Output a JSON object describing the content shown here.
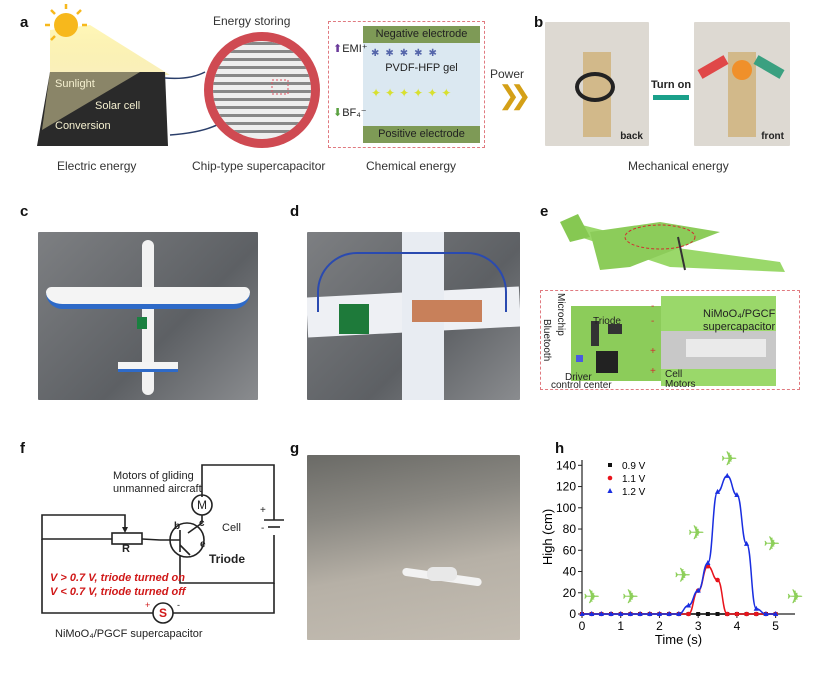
{
  "panels": {
    "a": {
      "label": "a",
      "sunlight": "Sunlight",
      "solar_cell": "Solar cell",
      "conversion": "Conversion",
      "energy_storing": "Energy storing",
      "negative_electrode": "Negative electrode",
      "positive_electrode": "Positive electrode",
      "gel": "PVDF-HFP gel",
      "cation": "EMI⁺",
      "anion": "BF₄⁻",
      "caption_left": "Electric energy",
      "caption_mid": "Chip-type supercapacitor",
      "caption_right": "Chemical energy",
      "power": "Power"
    },
    "b": {
      "label": "b",
      "turn_on": "Turn on",
      "back": "back",
      "front": "front",
      "caption": "Mechanical energy"
    },
    "c": {
      "label": "c"
    },
    "d": {
      "label": "d"
    },
    "e": {
      "label": "e",
      "supercap_line1": "NiMoO₄/PGCF",
      "supercap_line2": "supercapacitor",
      "microchip": "Microchip",
      "triode": "Triode",
      "bluetooth": "Bluetooth",
      "driver": "Driver",
      "control_center": "control center",
      "cell": "Cell",
      "motors": "Motors",
      "minus": "-",
      "plus": "+"
    },
    "f": {
      "label": "f",
      "motor_caption_1": "Motors of gliding",
      "motor_caption_2": "unmanned aircraft",
      "motor_symbol": "M",
      "resistor": "R",
      "b": "b",
      "c": "c",
      "e": "e",
      "triode": "Triode",
      "cell": "Cell",
      "on_condition": "V > 0.7 V, triode turned on",
      "off_condition": "V < 0.7 V, triode turned off",
      "source_symbol": "S",
      "supercap": "NiMoO₄/PGCF supercapacitor",
      "plus": "+",
      "minus": "-"
    },
    "g": {
      "label": "g"
    },
    "h": {
      "label": "h"
    }
  },
  "chart_data": {
    "type": "scatter",
    "xlabel": "Time (s)",
    "ylabel": "High (cm)",
    "xlim": [
      0,
      5.5
    ],
    "ylim": [
      0,
      145
    ],
    "xticks": [
      0,
      1,
      2,
      3,
      4,
      5
    ],
    "yticks": [
      0,
      20,
      40,
      60,
      80,
      100,
      120,
      140
    ],
    "legend_position": "top-left",
    "x": [
      0,
      0.25,
      0.5,
      0.75,
      1,
      1.25,
      1.5,
      1.75,
      2,
      2.25,
      2.5,
      2.75,
      3,
      3.25,
      3.5,
      3.75,
      4,
      4.25,
      4.5,
      4.75,
      5
    ],
    "series": [
      {
        "name": "0.9 V",
        "color": "#111111",
        "marker": "square",
        "values": [
          0,
          0,
          0,
          0,
          0,
          0,
          0,
          0,
          0,
          0,
          0,
          0,
          0,
          0,
          0,
          0,
          0,
          0,
          0,
          0,
          0
        ]
      },
      {
        "name": "1.1 V",
        "color": "#e8141c",
        "marker": "circle",
        "values": [
          0,
          0,
          0,
          0,
          0,
          0,
          0,
          0,
          0,
          0,
          0,
          0,
          22,
          45,
          32,
          0,
          0,
          0,
          0,
          0,
          0
        ]
      },
      {
        "name": "1.2 V",
        "color": "#1a2ee0",
        "marker": "triangle",
        "values": [
          0,
          0,
          0,
          0,
          0,
          0,
          0,
          0,
          0,
          0,
          0,
          8,
          22,
          48,
          115,
          130,
          112,
          66,
          5,
          0,
          0
        ]
      }
    ]
  }
}
